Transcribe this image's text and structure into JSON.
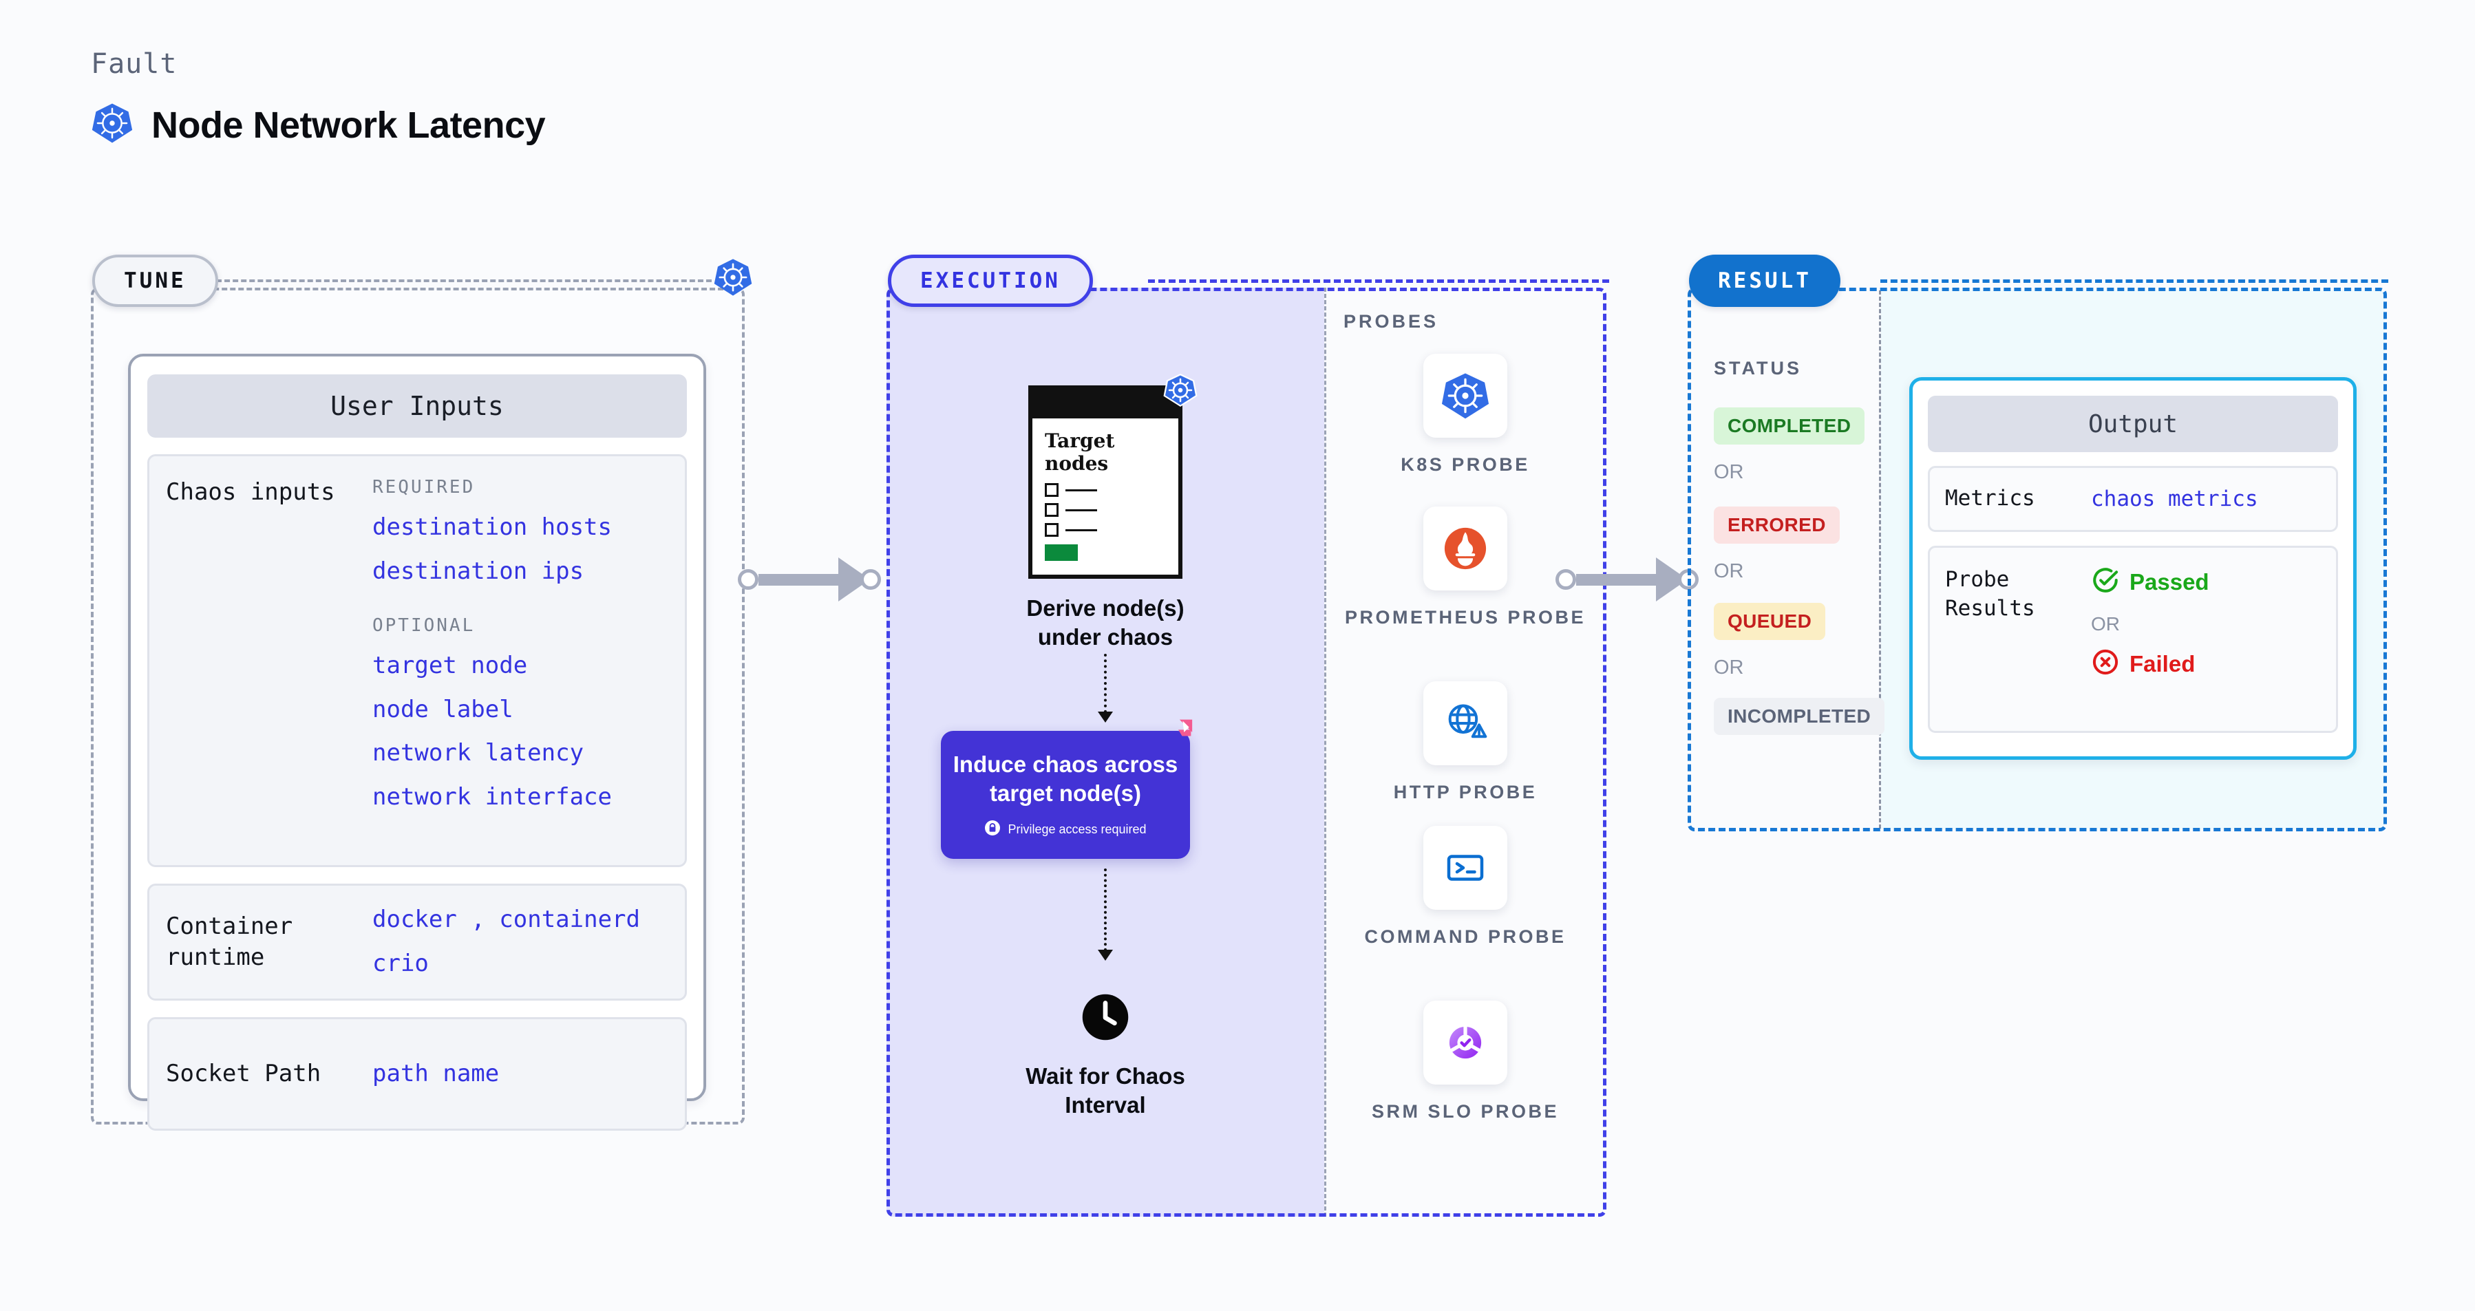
{
  "header": {
    "kicker": "Fault",
    "title": "Node Network Latency",
    "icon": "kubernetes-icon"
  },
  "tune": {
    "pill_label": "TUNE",
    "edge_icon": "kubernetes-icon",
    "panel_title": "User Inputs",
    "rows": [
      {
        "label": "Chaos inputs",
        "groups": [
          {
            "kicker": "REQUIRED",
            "values": [
              "destination hosts",
              "destination ips"
            ]
          },
          {
            "kicker": "OPTIONAL",
            "values": [
              "target node",
              "node label",
              "network latency",
              "network interface"
            ]
          }
        ]
      },
      {
        "label": "Container runtime",
        "values_line1": "docker",
        "separator": ",",
        "values_line1b": "containerd",
        "values_line2": "crio"
      },
      {
        "label": "Socket Path",
        "value": "path name"
      }
    ]
  },
  "execution": {
    "pill_label": "EXECUTION",
    "steps": [
      {
        "id": "derive-nodes",
        "caption_line1": "Derive node(s)",
        "caption_line2": "under chaos",
        "card_title_line1": "Target",
        "card_title_line2": "nodes",
        "badge_icon": "kubernetes-icon"
      },
      {
        "id": "induce-chaos",
        "caption_line1": "Induce chaos across",
        "caption_line2": "target node(s)",
        "note": "Privilege access required",
        "note_icon": "lock-icon",
        "corner_icon": "litmus-icon"
      },
      {
        "id": "wait-interval",
        "icon": "clock-icon",
        "caption_line1": "Wait for Chaos",
        "caption_line2": "Interval"
      }
    ],
    "probes_title": "PROBES",
    "probes": [
      {
        "name": "K8S PROBE",
        "icon": "kubernetes-icon"
      },
      {
        "name": "PROMETHEUS PROBE",
        "icon": "prometheus-icon"
      },
      {
        "name": "HTTP PROBE",
        "icon": "http-globe-warning-icon"
      },
      {
        "name": "COMMAND PROBE",
        "icon": "terminal-icon"
      },
      {
        "name": "SRM SLO PROBE",
        "icon": "srm-slo-icon"
      }
    ]
  },
  "result": {
    "pill_label": "RESULT",
    "status_title": "STATUS",
    "or_label": "OR",
    "statuses": [
      {
        "label": "COMPLETED",
        "color": "#1b7a23",
        "bg": "#d8f5d8"
      },
      {
        "label": "ERRORED",
        "color": "#c41f1f",
        "bg": "#fbe2e2"
      },
      {
        "label": "QUEUED",
        "color": "#c41f1f",
        "bg": "#fbeec4"
      },
      {
        "label": "INCOMPLETED",
        "color": "#5b6478",
        "bg": "#eef0f4"
      }
    ],
    "output": {
      "title": "Output",
      "metrics_label": "Metrics",
      "metrics_value": "chaos metrics",
      "probe_results_label_line1": "Probe",
      "probe_results_label_line2": "Results",
      "passed_label": "Passed",
      "failed_label": "Failed",
      "or_label": "OR",
      "passed_icon": "check-circle-icon",
      "failed_icon": "x-circle-icon",
      "passed_color": "#1aa81a",
      "failed_color": "#e01b1b"
    }
  },
  "colors": {
    "accent_purple": "#3333e0",
    "accent_blue": "#1272cd",
    "chaos_box": "#4333d6",
    "output_border": "#1fb0e8"
  }
}
